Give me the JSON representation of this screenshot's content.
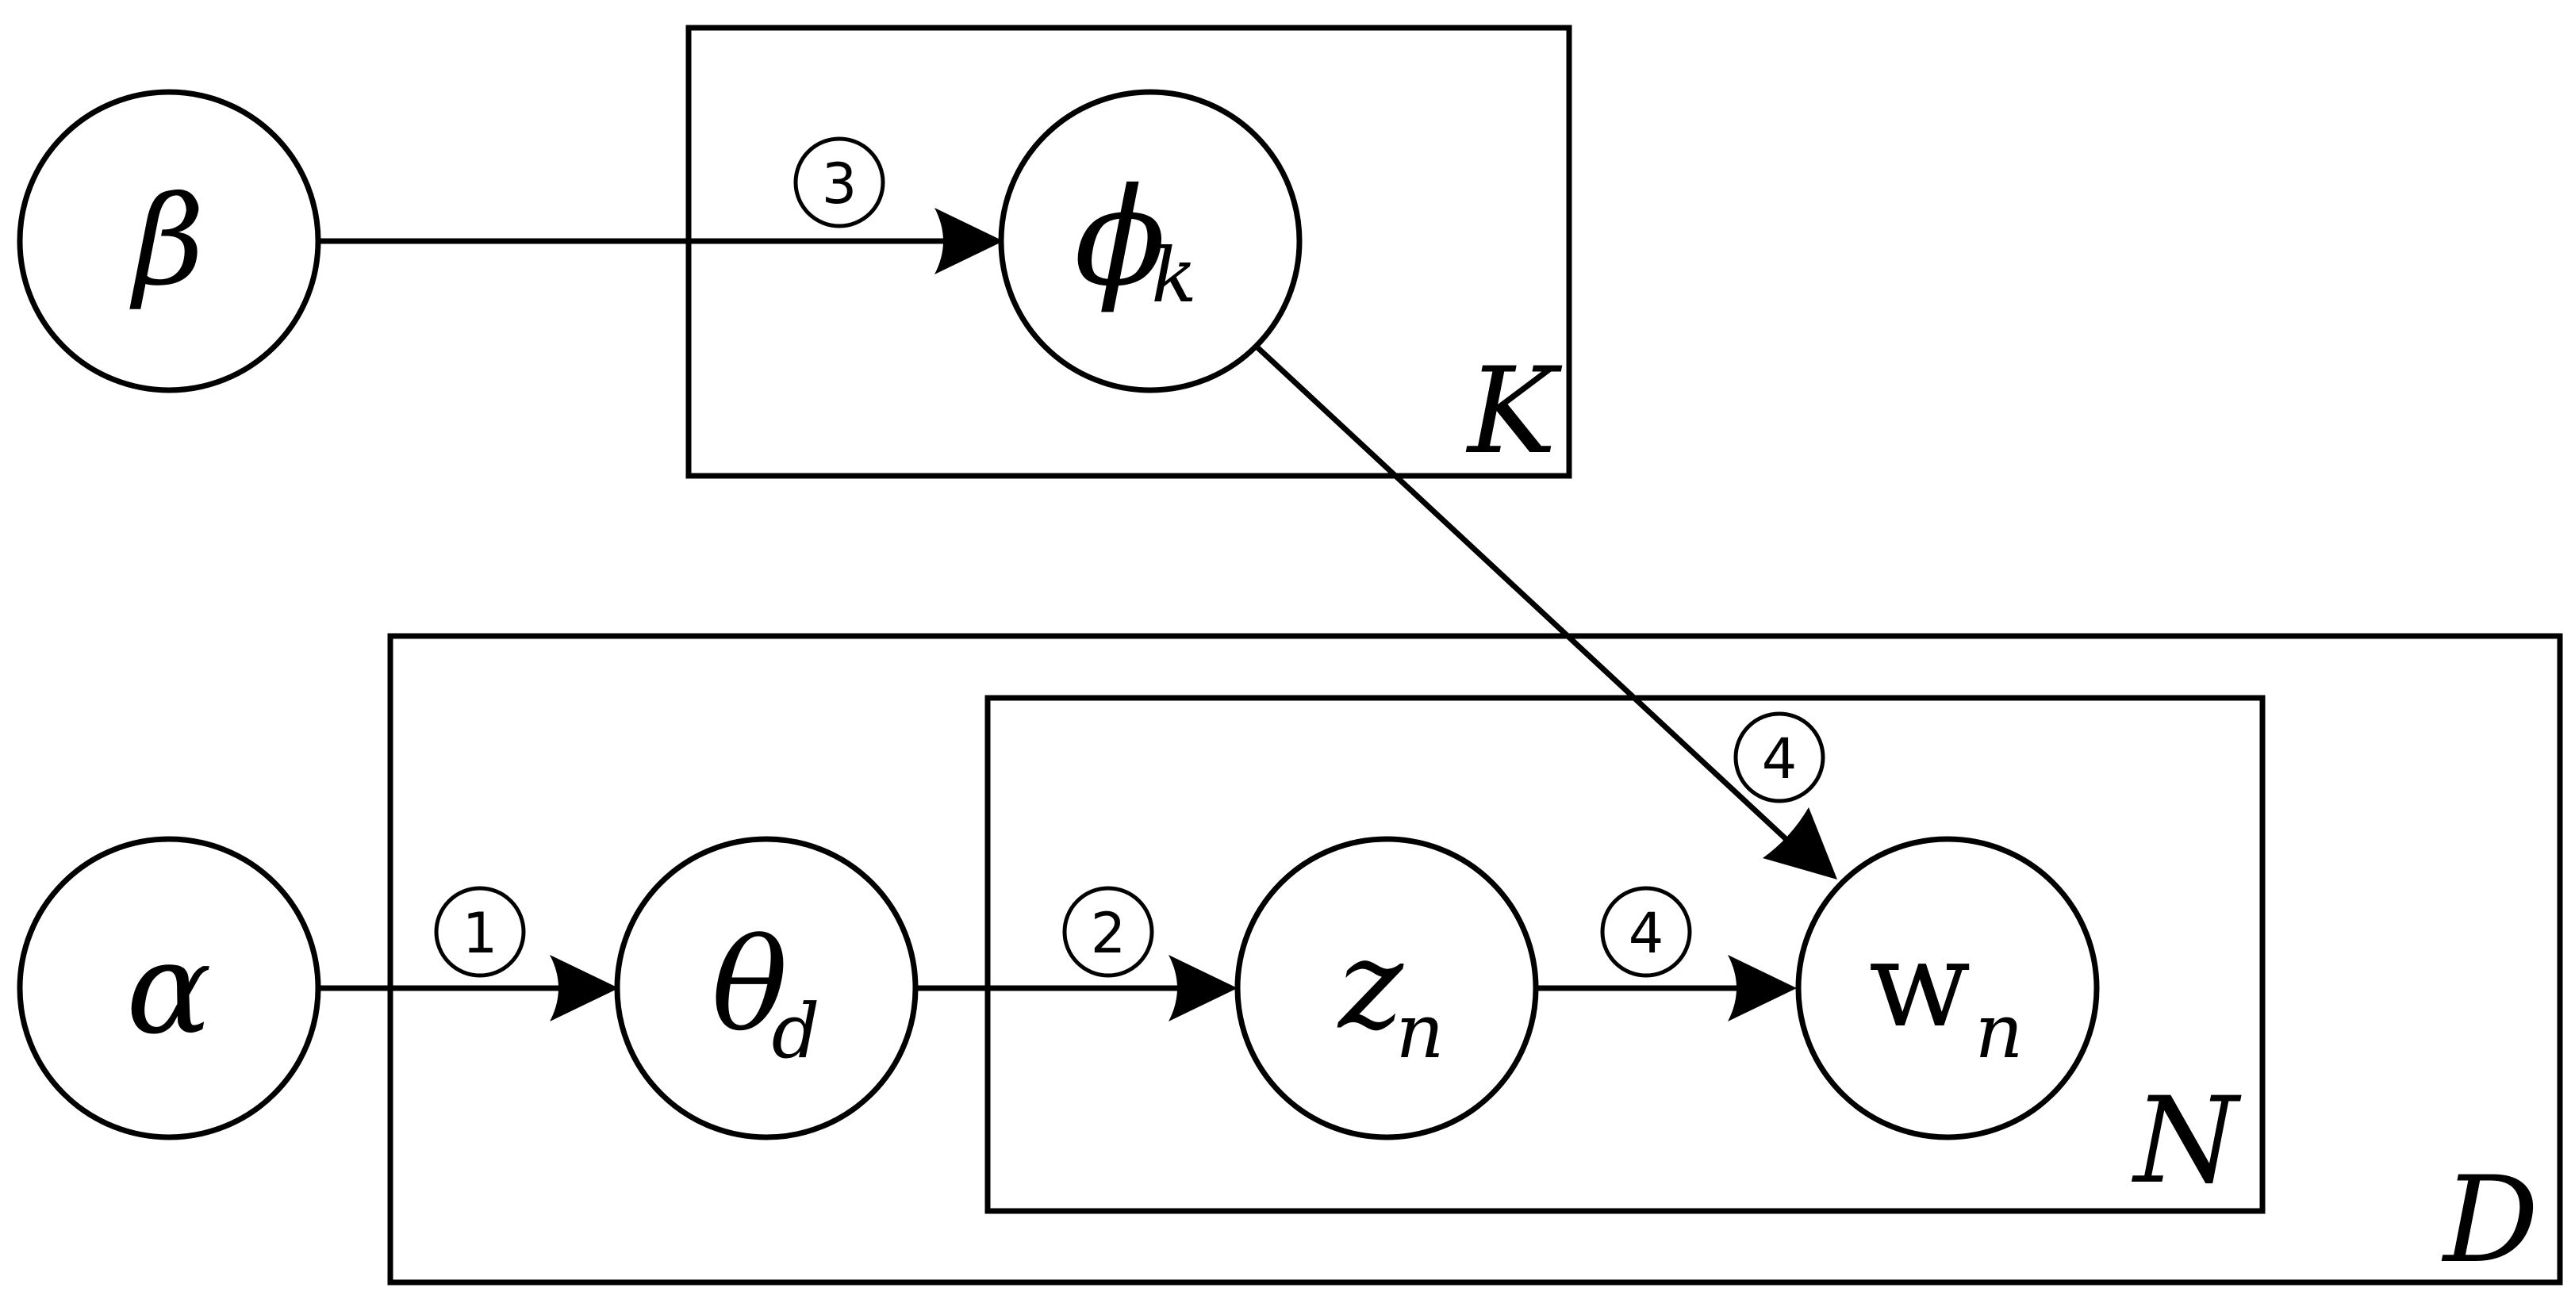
{
  "nodes": {
    "beta": {
      "symbol": "β",
      "sub": ""
    },
    "alpha": {
      "symbol": "α",
      "sub": ""
    },
    "phi": {
      "symbol": "ϕ",
      "sub": "k"
    },
    "theta": {
      "symbol": "θ",
      "sub": "d"
    },
    "z": {
      "symbol": "z",
      "sub": "n"
    },
    "w": {
      "symbol": "w",
      "sub": "n"
    }
  },
  "plates": {
    "K": "K",
    "D": "D",
    "N": "N"
  },
  "steps": {
    "alpha_theta": "1",
    "theta_z": "2",
    "beta_phi": "3",
    "z_w": "4",
    "phi_w": "4"
  }
}
